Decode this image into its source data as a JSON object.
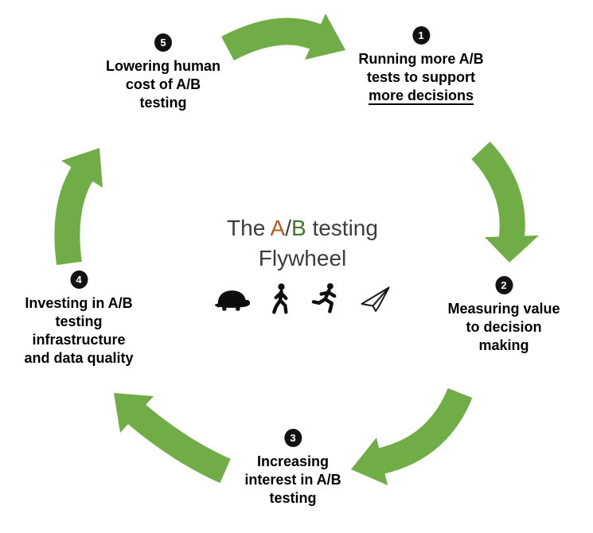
{
  "title": {
    "line1_pre": "The ",
    "line1_a": "A",
    "line1_slash": "/",
    "line1_b": "B",
    "line1_post": " testing",
    "line2": "Flywheel"
  },
  "steps": [
    {
      "number": "1",
      "lines": [
        "Running more A/B",
        "tests to support"
      ],
      "underlined": "more decisions"
    },
    {
      "number": "2",
      "lines": [
        "Measuring value",
        "to decision",
        "making"
      ]
    },
    {
      "number": "3",
      "lines": [
        "Increasing",
        "interest in A/B",
        "testing"
      ]
    },
    {
      "number": "4",
      "lines": [
        "Investing in A/B",
        "testing",
        "infrastructure",
        "and data quality"
      ]
    },
    {
      "number": "5",
      "lines": [
        "Lowering human",
        "cost of A/B",
        "testing"
      ]
    }
  ],
  "icons": [
    "turtle-icon",
    "walking-person-icon",
    "running-person-icon",
    "paper-plane-icon"
  ],
  "colors": {
    "arrow_green": "#70AD47",
    "title_a_orange": "#AF5B1E",
    "title_b_green": "#43772A",
    "badge_black": "#111111",
    "badge_text": "#FFFFFF",
    "step_text": "#000000",
    "title_text": "#3D3D3D"
  }
}
